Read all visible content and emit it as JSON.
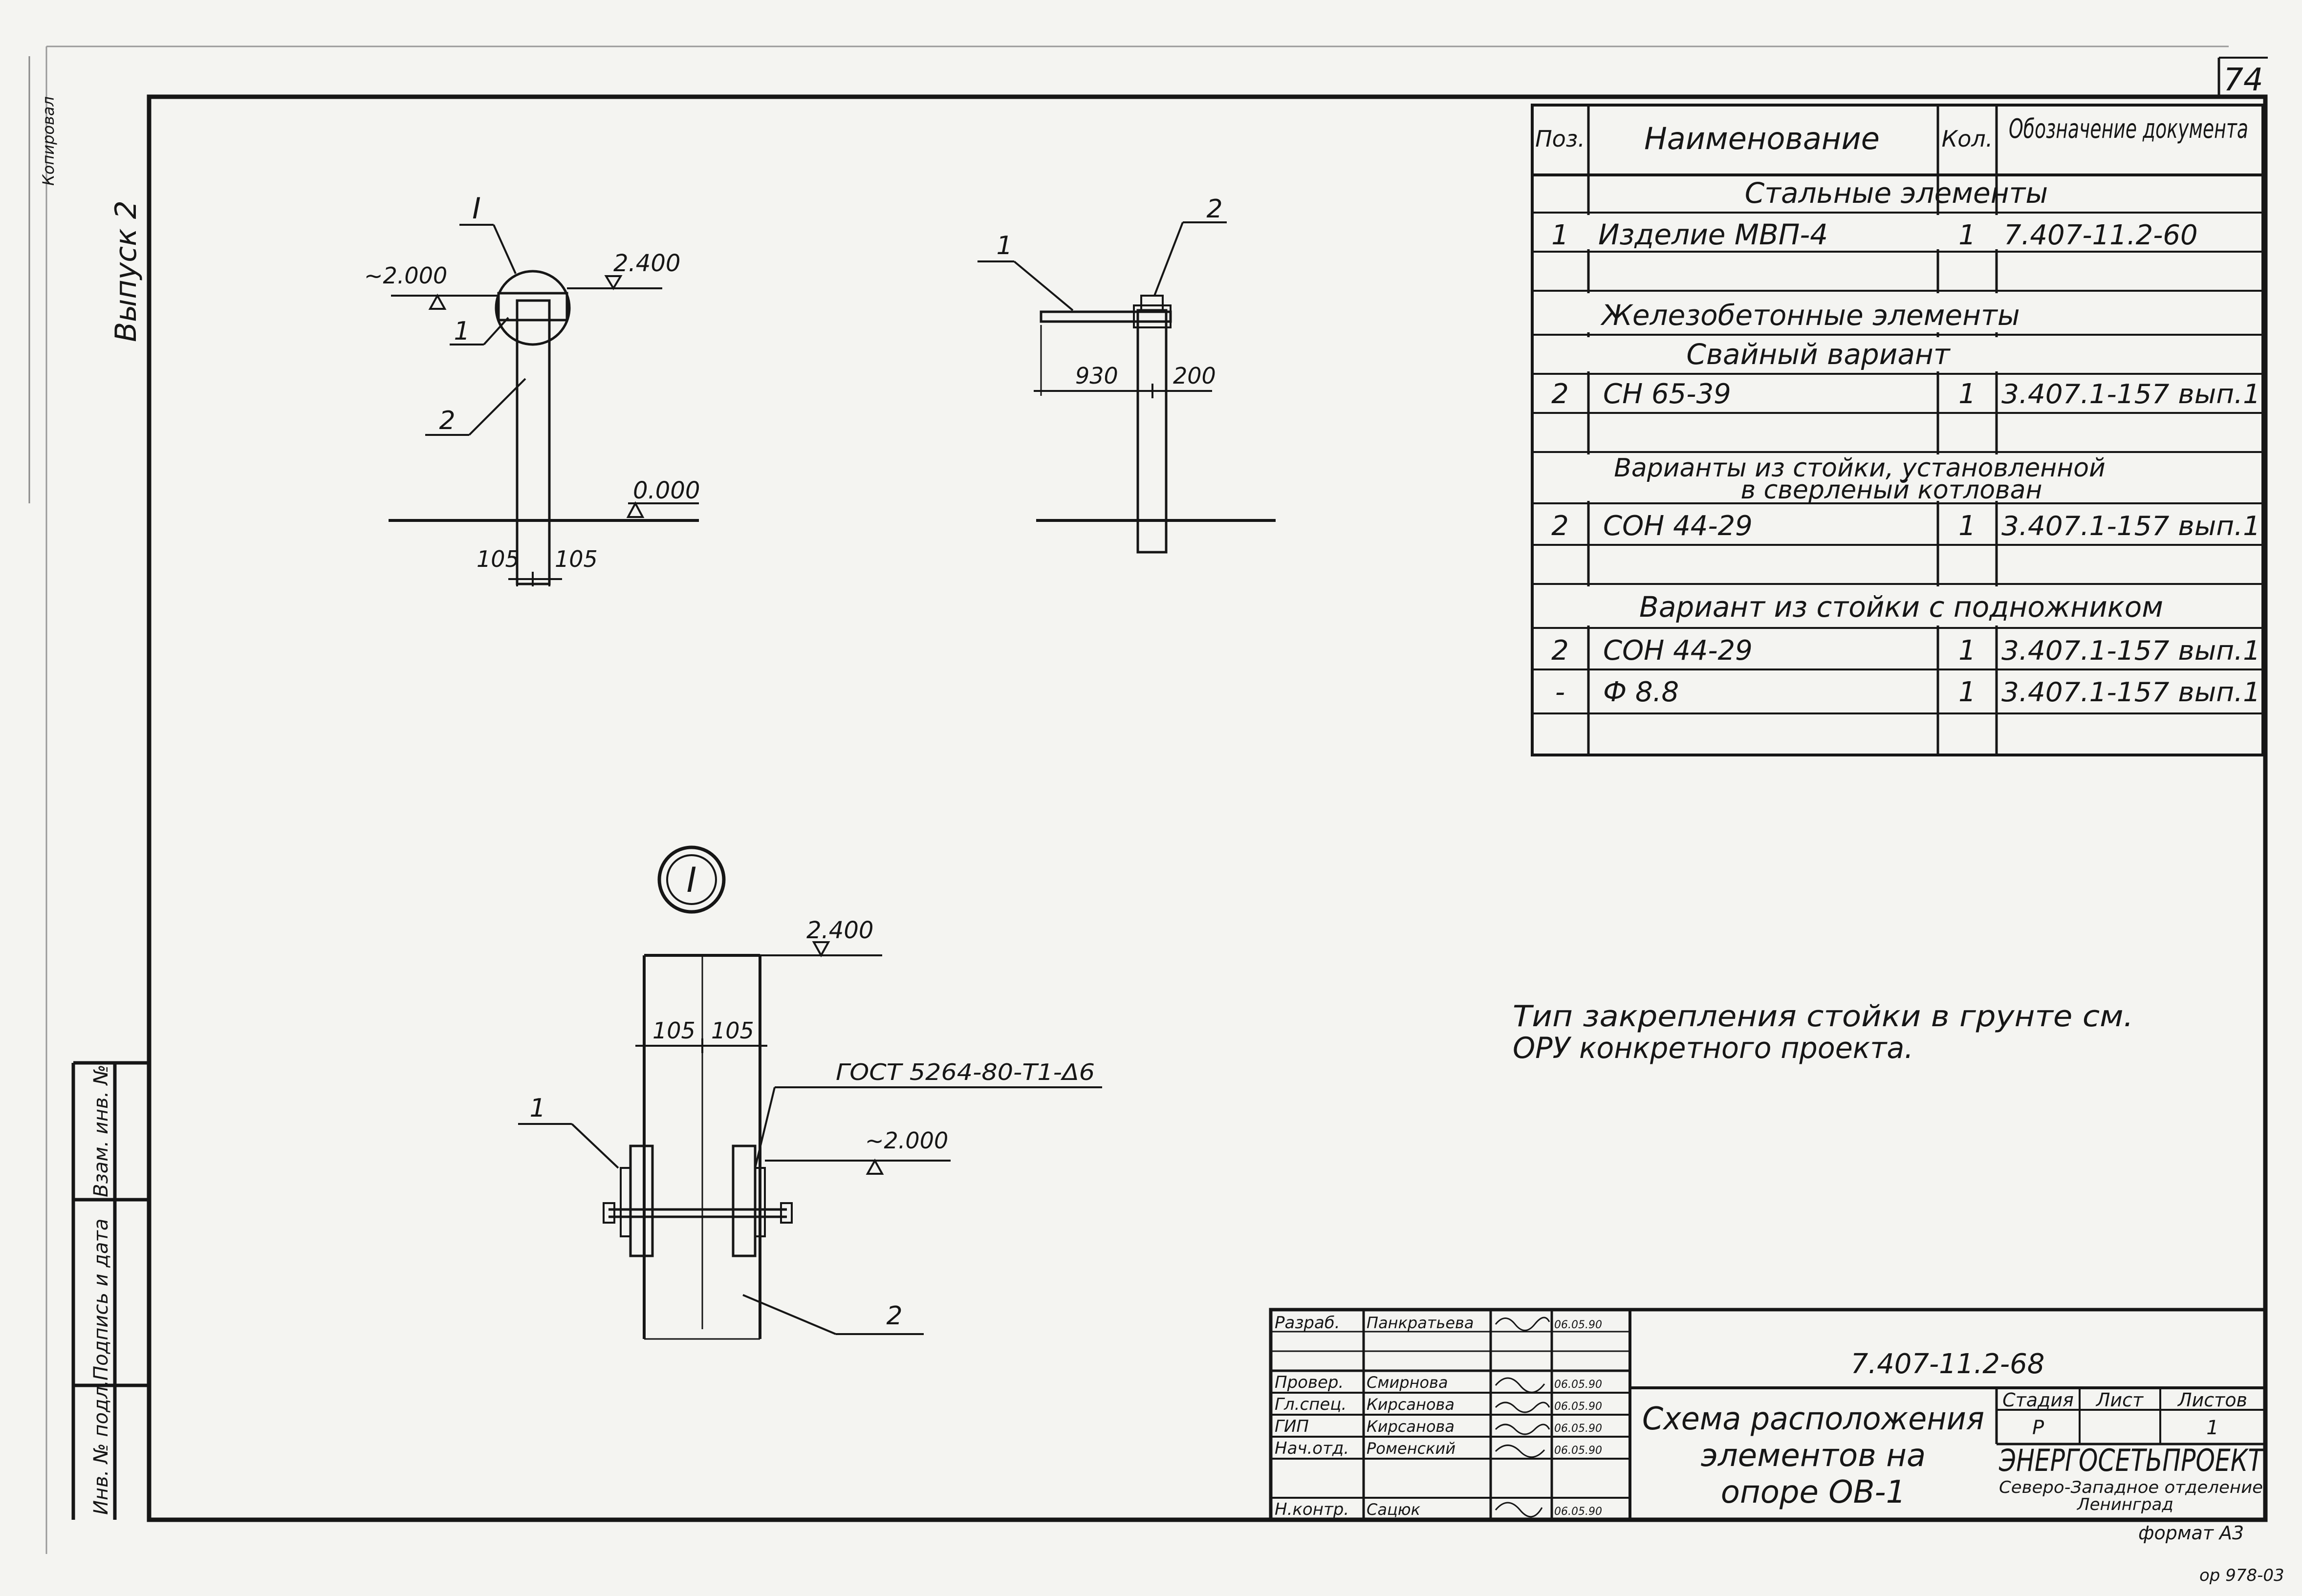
{
  "sheet_number": "74",
  "corner_code": "ор 978-03",
  "format_label": "формат А3",
  "left_margin": {
    "top_text_1": "Выпуск 2",
    "top_text_2": "Копировал",
    "stamp_cells": [
      "Взам. инв. №",
      "Подпись и дата",
      "Инв. № подл."
    ]
  },
  "spec_table": {
    "headers": {
      "pos": "Поз.",
      "name": "Наименование",
      "qty": "Кол.",
      "doc": "Обозначение документа"
    },
    "section_steel": "Стальные элементы",
    "row_1": {
      "pos": "1",
      "name": "Изделие МВП-4",
      "qty": "1",
      "doc": "7.407-11.2-60"
    },
    "section_concrete": "Железобетонные элементы",
    "subsection_pile": "Свайный вариант",
    "row_2": {
      "pos": "2",
      "name": "СН 65-39",
      "qty": "1",
      "doc": "3.407.1-157 вып.1"
    },
    "subsection_drilled_1": "Варианты из стойки, установленной",
    "subsection_drilled_2": "в сверленый котлован",
    "row_3": {
      "pos": "2",
      "name": "СОН 44-29",
      "qty": "1",
      "doc": "3.407.1-157 вып.1"
    },
    "subsection_footing": "Вариант из стойки с подножником",
    "row_4": {
      "pos": "2",
      "name": "СОН 44-29",
      "qty": "1",
      "doc": "3.407.1-157 вып.1"
    },
    "row_5": {
      "pos": "-",
      "name": "Ф 8.8",
      "qty": "1",
      "doc": "3.407.1-157 вып.1"
    }
  },
  "note": {
    "line_1": "Тип закрепления стойки в грунте см.",
    "line_2": "ОРУ конкретного проекта."
  },
  "view_front": {
    "callout": "I",
    "pos_1": "1",
    "pos_2": "2",
    "level_top": "2.400",
    "level_mid": "~2.000",
    "level_ground": "0.000",
    "dim_left": "105",
    "dim_right": "105"
  },
  "view_side": {
    "pos_1": "1",
    "pos_2": "2",
    "dim_arm": "930",
    "dim_post": "200"
  },
  "detail_view": {
    "title": "I",
    "level_top": "2.400",
    "level_mid": "~2.000",
    "dim_left": "105",
    "dim_right": "105",
    "weld_spec": "ГОСТ 5264-80-Т1-Δ6",
    "pos_1": "1",
    "pos_2": "2"
  },
  "title_block": {
    "doc_code": "7.407-11.2-68",
    "title_line_1": "Схема расположения",
    "title_line_2": "элементов на",
    "title_line_3": "опоре ОВ-1",
    "stage_header": "Стадия",
    "sheet_header": "Лист",
    "sheets_header": "Листов",
    "stage_value": "Р",
    "sheets_value": "1",
    "org_name": "ЭНЕРГОСЕТЬПРОЕКТ",
    "org_division": "Северо-Западное отделение",
    "org_city": "Ленинград",
    "staff": [
      {
        "role": "Разраб.",
        "name": "Панкратьева",
        "date": "06.05.90"
      },
      {
        "role": "Провер.",
        "name": "Смирнова",
        "date": "06.05.90"
      },
      {
        "role": "Гл.спец.",
        "name": "Кирсанова",
        "date": "06.05.90"
      },
      {
        "role": "ГИП",
        "name": "Кирсанова",
        "date": "06.05.90"
      },
      {
        "role": "Нач.отд.",
        "name": "Роменский",
        "date": "06.05.90"
      },
      {
        "role": "Н.контр.",
        "name": "Сацюк",
        "date": "06.05.90"
      }
    ]
  },
  "colors": {
    "ink": "#161616",
    "paper": "#f4f4f1"
  }
}
